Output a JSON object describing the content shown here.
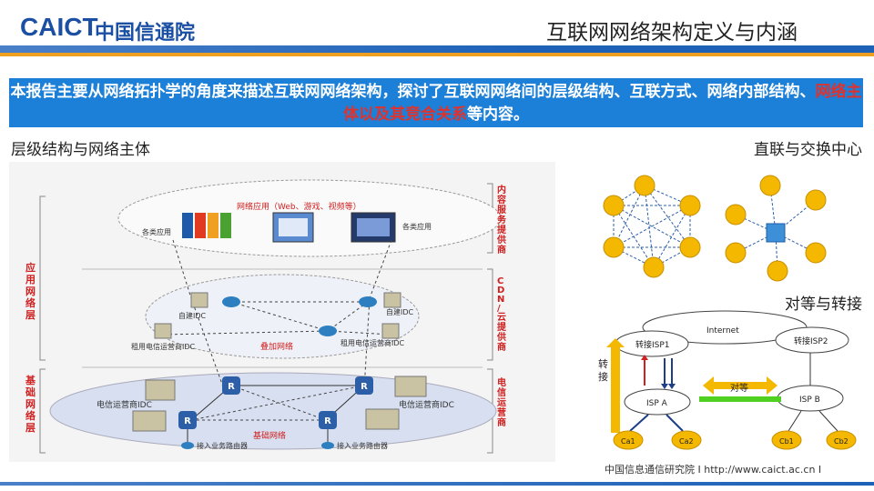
{
  "header": {
    "logo_en": "CAICT",
    "logo_cn": "中国信通院",
    "title": "互联网网络架构定义与内涵"
  },
  "banner": {
    "part1": "本报告主要从网络拓扑学的角度来描述互联网网络架构，探讨了互联网网络间的层级结构、互联方式、网络内部结构、",
    "highlight": "网络主体以及其竞合关系",
    "part2": "等内容。"
  },
  "left": {
    "section_title": "层级结构与网络主体",
    "layer_app": "应用网络层",
    "layer_base": "基础网络层",
    "right_content": "内容服务提供商",
    "right_cdn": "CDN/云提供商",
    "right_telecom": "电信运营商",
    "cloud_app": "网络应用（Web、游戏、视频等）",
    "app_left": "各类应用",
    "app_right": "各类应用",
    "idc_self_left": "自建IDC",
    "idc_self_right": "自建IDC",
    "idc_rent_left": "租用电信运营商IDC",
    "idc_rent_right": "租用电信运营商IDC",
    "overlay_label": "叠加网络",
    "telecom_idc_left": "电信运营商IDC",
    "telecom_idc_right": "电信运营商IDC",
    "base_label": "基础网络",
    "access_left": "接入业务路由器",
    "access_right": "接入业务路由器",
    "router_letter": "R"
  },
  "right": {
    "direct_title": "直联与交换中心",
    "peer_title": "对等与转接",
    "internet": "Internet",
    "transit_isp1": "转接ISP1",
    "transit_isp2": "转接ISP2",
    "isp_a": "ISP A",
    "isp_b": "ISP B",
    "transit_label": "转接",
    "peer_label": "对等",
    "ca1": "Ca1",
    "ca2": "Ca2",
    "cb1": "Cb1",
    "cb2": "Cb2"
  },
  "footer": {
    "text": "中国信息通信研究院  I  http://www.caict.ac.cn  I"
  },
  "colors": {
    "brand_blue": "#1b4fa3",
    "banner_blue": "#1d80d8",
    "highlight_red": "#e0322c",
    "accent_orange": "#f0a020",
    "node_yellow": "#f5b800"
  }
}
